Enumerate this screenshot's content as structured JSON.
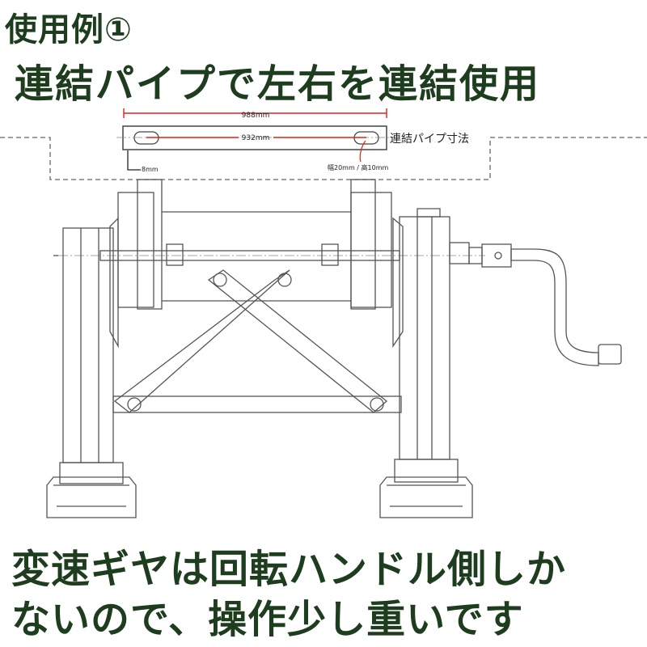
{
  "heading": {
    "line1": "使用例①",
    "line2": "連結パイプで左右を連結使用"
  },
  "caption": {
    "line1": "変速ギヤは回転ハンドル側しか",
    "line2": "ないので、操作少し重いです"
  },
  "drawing": {
    "dim_outer": "988mm",
    "dim_inner": "932mm",
    "pipe_label": "連結パイプ寸法",
    "dim_offset": "8mm",
    "slot_size": "幅20mm / 高10mm"
  },
  "colors": {
    "text": "#1e3d1e",
    "line": "#555555",
    "dimension": "#e0201c"
  }
}
